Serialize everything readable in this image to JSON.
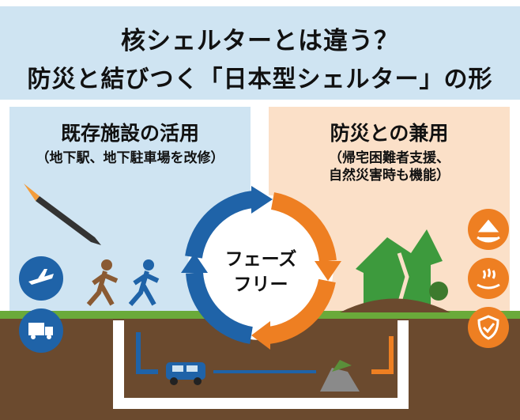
{
  "header": {
    "line1": "核シェルターとは違う？",
    "line2": "防災と結びつく「日本型シェルター」の形"
  },
  "left_panel": {
    "title": "既存施設の活用",
    "subtitle": "（地下駅、地下駐車場を改修）"
  },
  "right_panel": {
    "title": "防災との兼用",
    "subtitle_line1": "（帰宅困難者支援、",
    "subtitle_line2": "自然災害時も機能）"
  },
  "cycle": {
    "line1": "フェーズ",
    "line2": "フリー"
  },
  "colors": {
    "blue": "#1f63a8",
    "orange": "#ee7f22",
    "sky": "#cfe4f2",
    "peach": "#fbe0c8",
    "ground": "#6b4a2e",
    "grass": "#6aaa3a"
  }
}
